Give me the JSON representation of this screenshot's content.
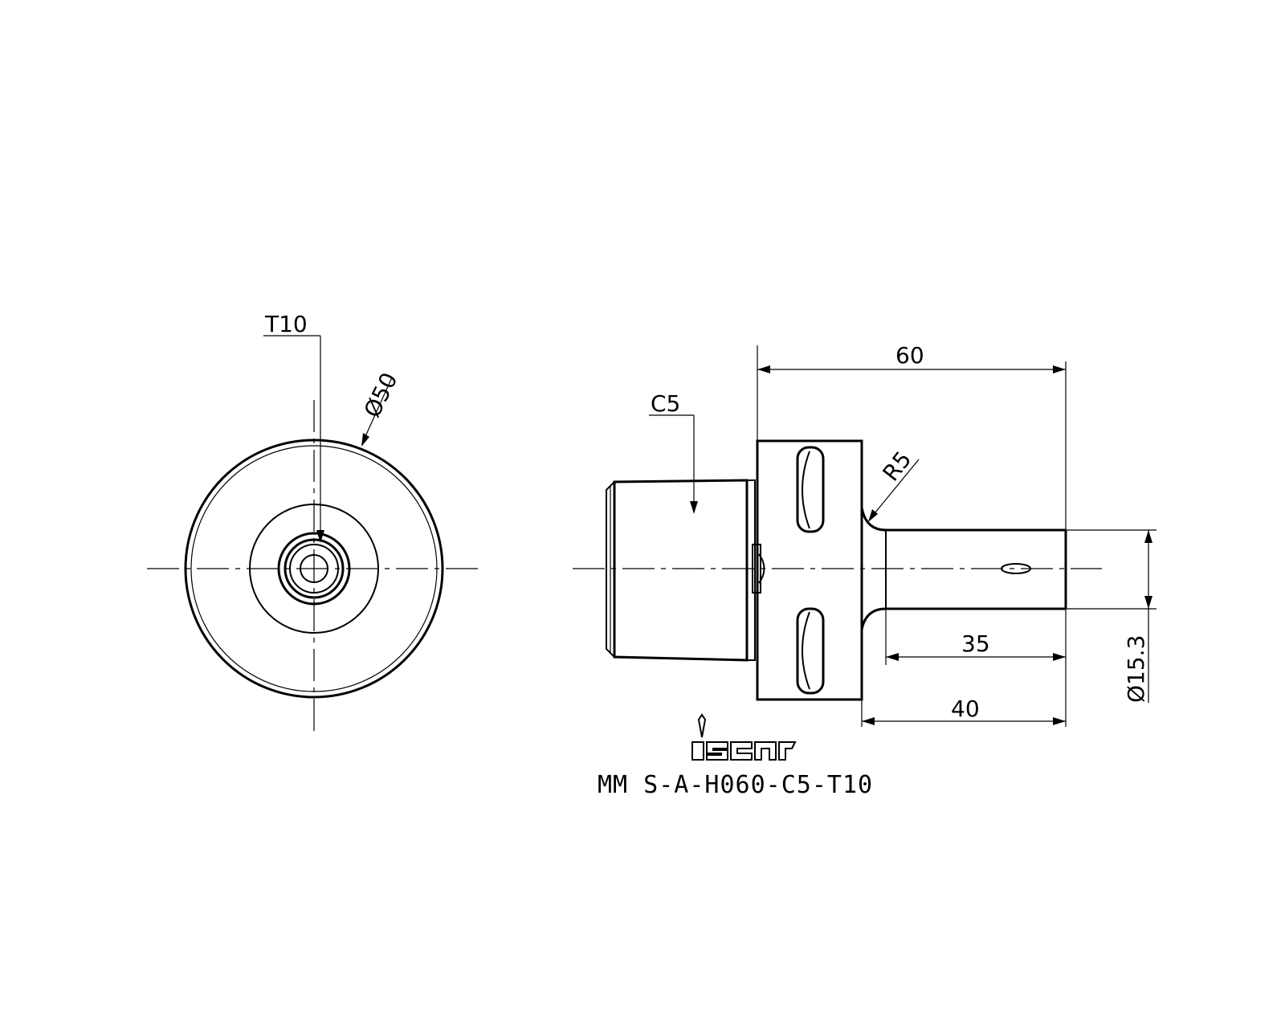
{
  "drawing": {
    "front_view": {
      "t10_label": "T10",
      "dia50_label": "Ø50"
    },
    "side_view": {
      "c5_label": "C5",
      "r5_label": "R5",
      "dim_60": "60",
      "dim_35": "35",
      "dim_40": "40",
      "dim_dia153": "Ø15.3"
    },
    "model_number": "MM S-A-H060-C5-T10",
    "logo_text": "iscar"
  }
}
